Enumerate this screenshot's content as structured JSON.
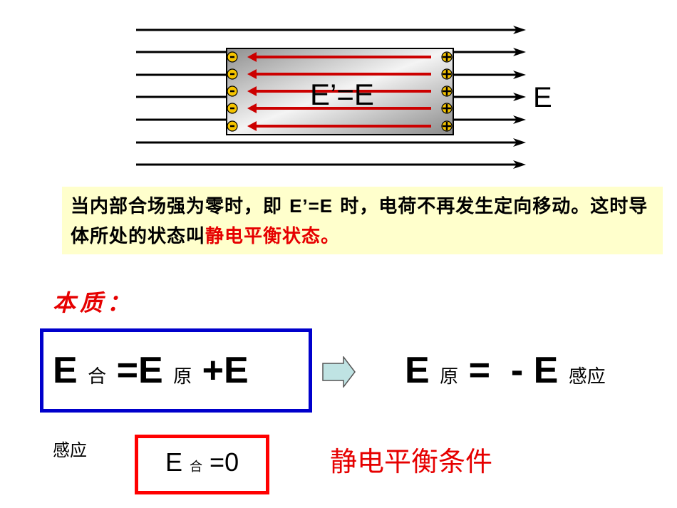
{
  "diagram": {
    "inner_label": "E’=E",
    "field_label": "E",
    "negative_charge": "-",
    "positive_charge": "+",
    "colors": {
      "field_lines": "#000000",
      "induced_field": "#cc0000",
      "charges": "#f5c400"
    }
  },
  "note": {
    "text_1": "当内部合场强为零时，即 ",
    "text_latin": "E’=E",
    "text_2": " 时，电荷不再发生定向移动。这时导体所处的状态叫",
    "highlight": "静电平衡状态。"
  },
  "essence_label": "本质：",
  "formula_1": {
    "e1": "E",
    "s1": "合",
    "e2": "=E",
    "s2": "原",
    "e3": "+E"
  },
  "formula_1_continued_sub": "感应",
  "formula_2": {
    "e1": "E",
    "s1": "原",
    "e2": "=  - E",
    "s2": "感应"
  },
  "formula_3": {
    "e1": "E",
    "s1": "合",
    "e2": "=0"
  },
  "condition_label": "静电平衡条件",
  "colors": {
    "blue_box": "#0000cc",
    "red_box": "#ff0000",
    "highlight": "#e60000",
    "note_bg": "#ffffcc",
    "arrow_fill": "#bfe3e3"
  }
}
